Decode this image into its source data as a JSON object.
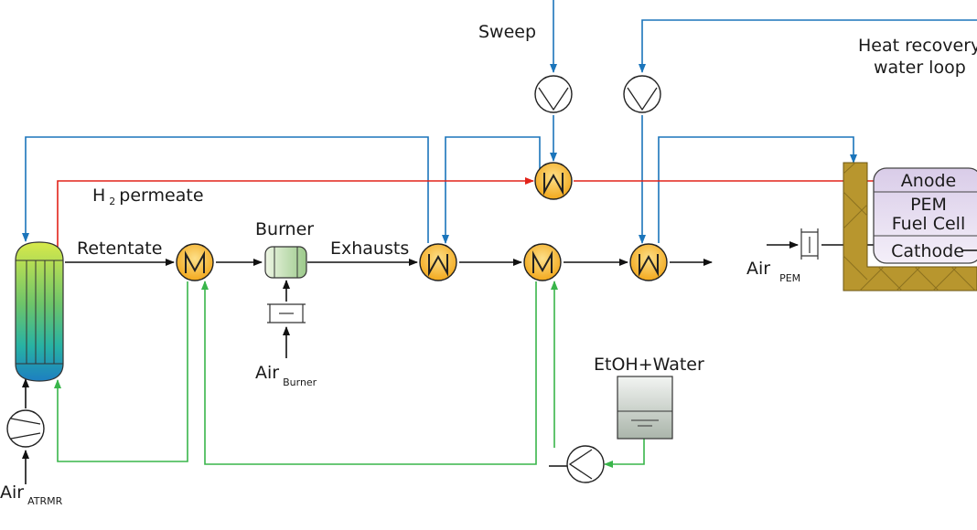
{
  "labels": {
    "sweep": "Sweep",
    "heat_recovery_line1": "Heat recovery",
    "heat_recovery_line2": "water loop",
    "h2_main": "H",
    "h2_sub": "2",
    "h2_rest": " permeate",
    "retentate": "Retentate",
    "burner": "Burner",
    "exhausts": "Exhausts",
    "air_burner_main": "Air",
    "air_burner_sub": "Burner",
    "air_pem_main": "Air",
    "air_pem_sub": "PEM",
    "air_atrmr_main": "Air",
    "air_atrmr_sub": "ATRMR",
    "etoh_water": "EtOH+Water"
  },
  "fuel_cell": {
    "anode": "Anode",
    "pem_line1": "PEM",
    "pem_line2": "Fuel Cell",
    "cathode": "Cathode"
  },
  "colors": {
    "water_loop": "#1b75bb",
    "hydrogen": "#e2231a",
    "feed": "#39b54a",
    "process": "#111111",
    "exchanger_fill": "#f6b93b",
    "fuel_cell_jacket": "#b8962e"
  }
}
